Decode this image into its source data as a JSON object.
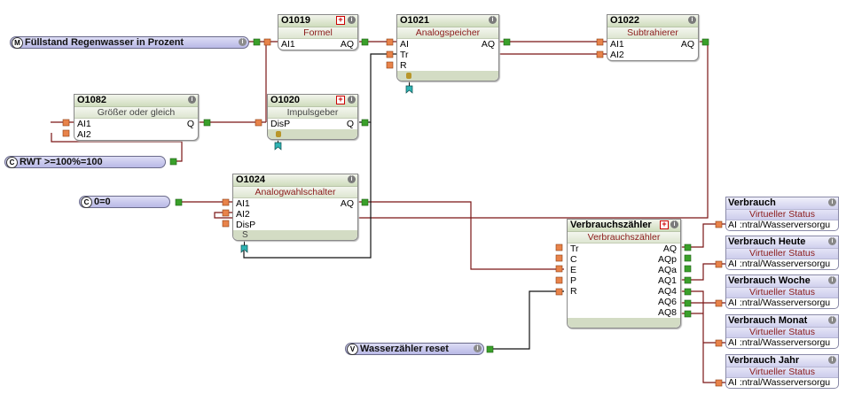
{
  "diagram": {
    "inputs": [
      {
        "id": "m1",
        "badge": "M",
        "label": "Füllstand Regenwasser in Prozent",
        "has_info": true
      },
      {
        "id": "c1",
        "badge": "C",
        "label": "RWT >=100%=100",
        "has_info": false
      },
      {
        "id": "c2",
        "badge": "C",
        "label": "0=0",
        "has_info": false
      },
      {
        "id": "v1",
        "badge": "V",
        "label": "Wasserzähler reset",
        "has_info": true
      }
    ],
    "blocks": {
      "o1019": {
        "id": "O1019",
        "type": "Formel",
        "inputs": [
          "AI1"
        ],
        "outputs": [
          "AQ"
        ],
        "has_plus": true
      },
      "o1021": {
        "id": "O1021",
        "type": "Analogspeicher",
        "inputs": [
          "AI",
          "Tr",
          "R"
        ],
        "outputs": [
          "AQ"
        ],
        "has_plus": false
      },
      "o1022": {
        "id": "O1022",
        "type": "Subtrahierer",
        "inputs": [
          "AI1",
          "AI2"
        ],
        "outputs": [
          "AQ"
        ],
        "has_plus": false
      },
      "o1082": {
        "id": "O1082",
        "type": "Größer oder gleich",
        "inputs": [
          "AI1",
          "AI2"
        ],
        "outputs": [
          "Q"
        ],
        "has_plus": false
      },
      "o1020": {
        "id": "O1020",
        "type": "Impulsgeber",
        "inputs": [
          "DisP"
        ],
        "outputs": [
          "Q"
        ],
        "has_plus": true
      },
      "o1024": {
        "id": "O1024",
        "type": "Analogwahlschalter",
        "inputs": [
          "AI1",
          "AI2",
          "DisP"
        ],
        "outputs": [
          "AQ"
        ],
        "footer": "S",
        "has_plus": false
      },
      "vz": {
        "id": "Verbrauchszähler",
        "type": "Verbrauchszähler",
        "inputs": [
          "Tr",
          "C",
          "E",
          "P",
          "R"
        ],
        "outputs": [
          "AQ",
          "AQp",
          "AQa",
          "AQ1",
          "AQ4",
          "AQ6",
          "AQ8"
        ],
        "has_plus": true
      }
    },
    "virtual_status": [
      {
        "title": "Verbrauch",
        "type": "Virtueller Status",
        "input": "AI :ntral/Wasserversorgu"
      },
      {
        "title": "Verbrauch Heute",
        "type": "Virtueller Status",
        "input": "AI :ntral/Wasserversorgu"
      },
      {
        "title": "Verbrauch Woche",
        "type": "Virtueller Status",
        "input": "AI :ntral/Wasserversorgu"
      },
      {
        "title": "Verbrauch Monat",
        "type": "Virtueller Status",
        "input": "AI :ntral/Wasserversorgu"
      },
      {
        "title": "Verbrauch Jahr",
        "type": "Virtueller Status",
        "input": "AI :ntral/Wasserversorgu"
      }
    ],
    "icons": {
      "info": "i",
      "plus": "+"
    },
    "colors": {
      "wire_analog": "#7a1515",
      "wire_digital": "#000000",
      "out_pin": "#3aa02a",
      "in_pin": "#e8834a",
      "flag": "#2fb3b3"
    }
  }
}
